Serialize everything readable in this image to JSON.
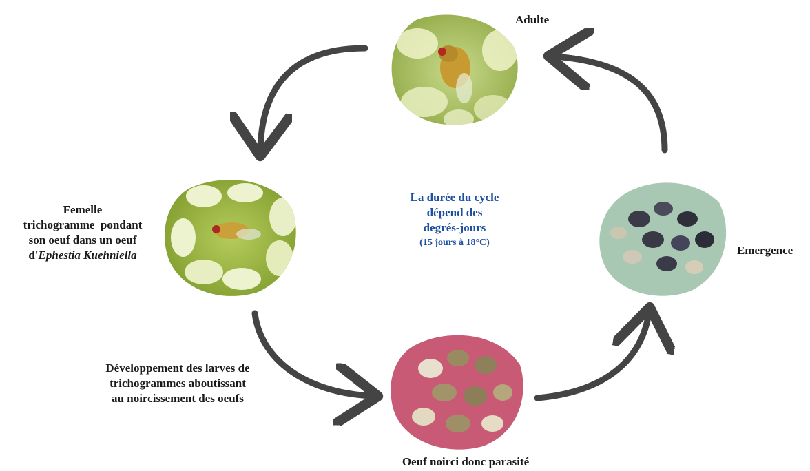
{
  "stages": {
    "adulte": "Adulte",
    "femelle": {
      "line1": "Femelle",
      "line2": "trichogramme  pondant",
      "line3": "son oeuf dans un oeuf",
      "line4_prefix": "d'",
      "line4_italic": "Ephestia Kuehniella"
    },
    "developpement": {
      "line1": "Développement des larves de",
      "line2": "trichogrammes aboutissant",
      "line3": "au noircissement des oeufs"
    },
    "oeuf": "Oeuf noirci donc parasité",
    "emergence": "Emergence"
  },
  "center": {
    "line1": "La durée du cycle",
    "line2": "dépend des",
    "line3": "degrés-jours",
    "line4": "(15 jours à 18°C)"
  },
  "colors": {
    "arrow": "#444444",
    "center_text": "#1f4fa0"
  }
}
